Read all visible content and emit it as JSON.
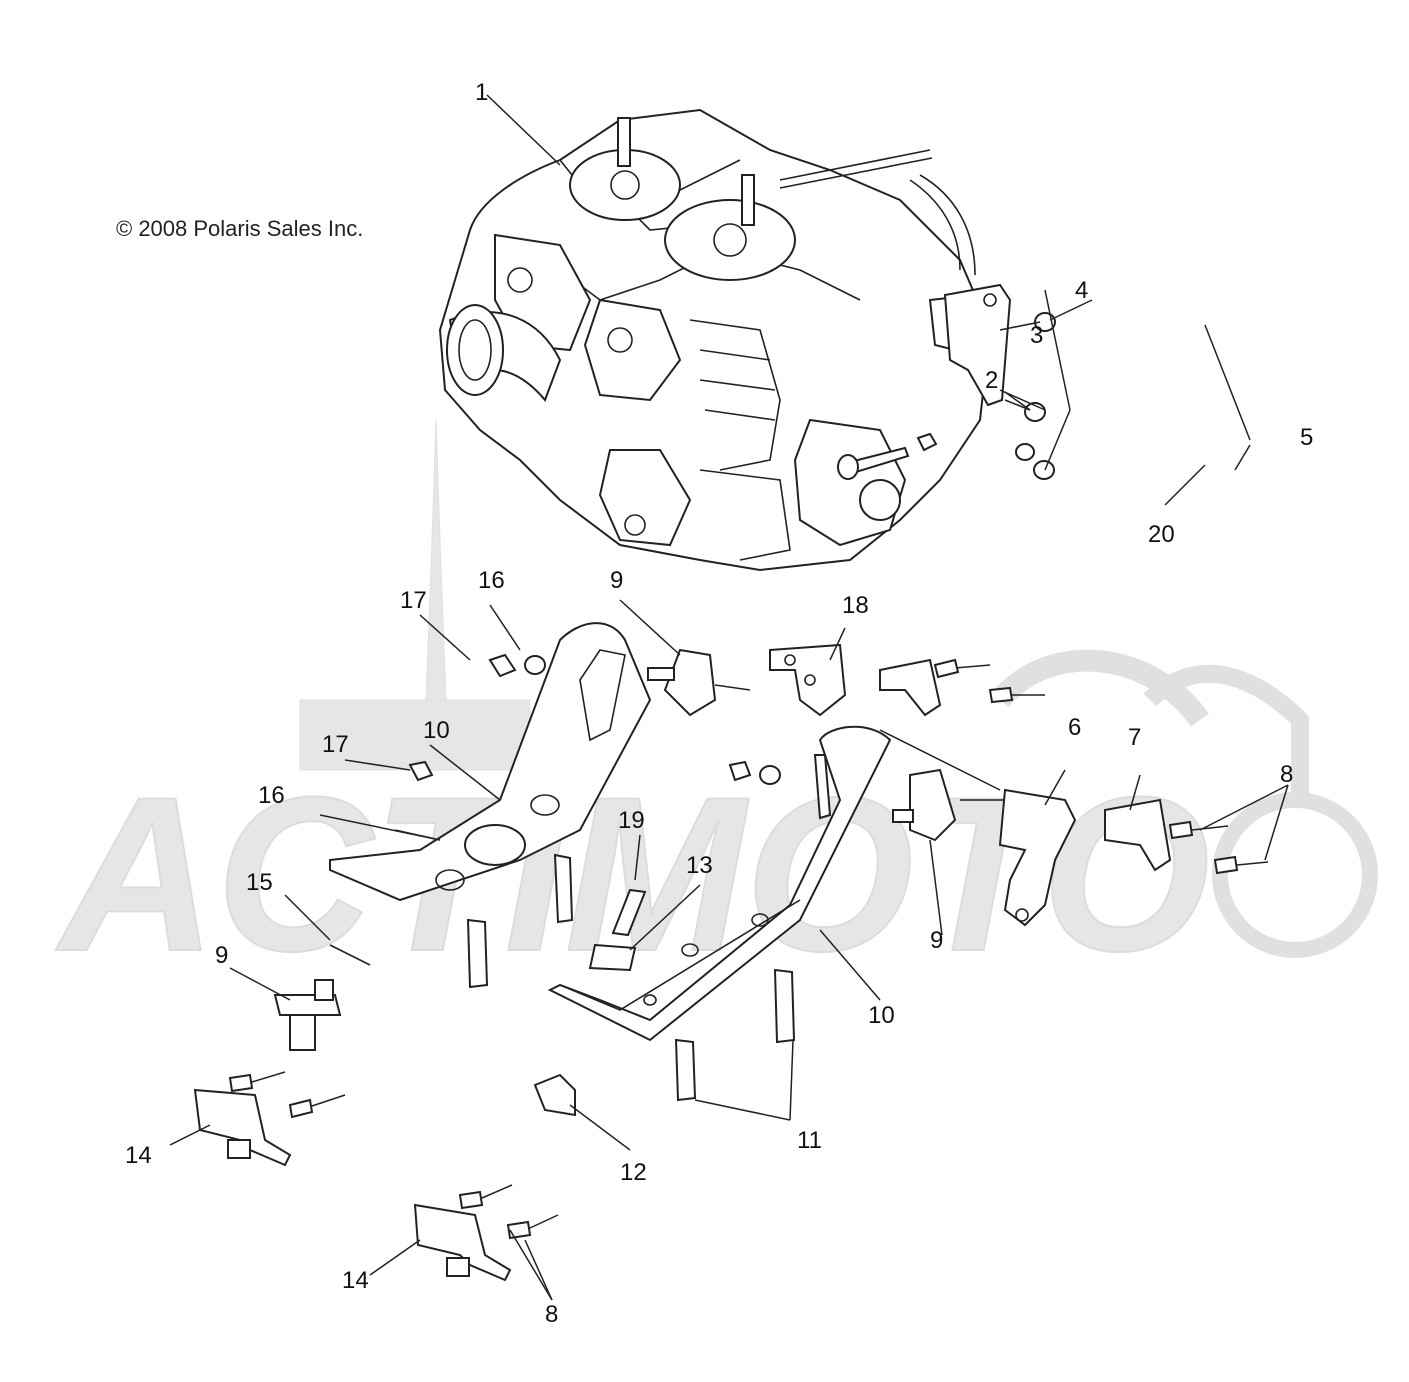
{
  "copyright": "© 2008 Polaris Sales Inc.",
  "watermark": "ACTIMOTO",
  "colors": {
    "line": "#222222",
    "watermark": "#e2e2e2",
    "background": "#ffffff"
  },
  "callouts": {
    "c1": "1",
    "c2": "2",
    "c3": "3",
    "c4": "4",
    "c5": "5",
    "c6": "6",
    "c7": "7",
    "c8a": "8",
    "c8b": "8",
    "c9a": "9",
    "c9b": "9",
    "c9c": "9",
    "c10a": "10",
    "c10b": "10",
    "c11": "11",
    "c12": "12",
    "c13": "13",
    "c14a": "14",
    "c14b": "14",
    "c15": "15",
    "c16a": "16",
    "c16b": "16",
    "c17a": "17",
    "c17b": "17",
    "c18": "18",
    "c19": "19",
    "c20": "20"
  }
}
